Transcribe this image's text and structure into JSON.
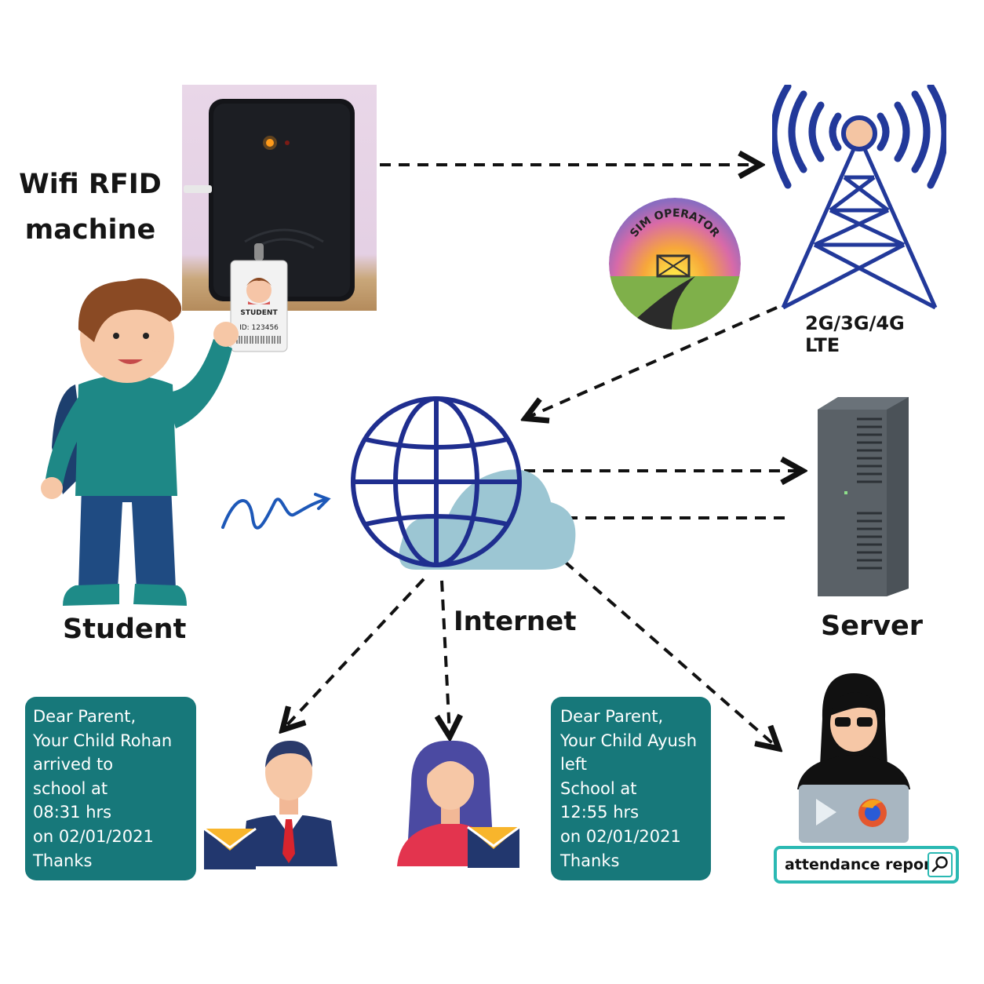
{
  "labels": {
    "rfid_machine_line1": "Wifi RFID",
    "rfid_machine_line2": "machine",
    "student": "Student",
    "internet": "Internet",
    "server": "Server",
    "tower_line1": "2G/3G/4G",
    "tower_line2": "LTE"
  },
  "sim_badge": "SIM OPERATOR",
  "id_card": {
    "title": "STUDENT",
    "id": "ID: 123456"
  },
  "message_arrival": {
    "lines": [
      "Dear Parent,",
      "Your Child Rohan",
      "arrived to",
      "school at",
      "08:31 hrs",
      "on 02/01/2021",
      "Thanks"
    ]
  },
  "message_departure": {
    "lines": [
      "Dear Parent,",
      "Your Child Ayush",
      "left",
      "School at",
      "12:55 hrs",
      "on 02/01/2021",
      "Thanks"
    ]
  },
  "search": {
    "text": "attendance report"
  },
  "colors": {
    "accent_teal": "#17787a",
    "globe_blue": "#1f2e8f",
    "cloud": "#9cc6d3",
    "tower_blue": "#22399a"
  }
}
